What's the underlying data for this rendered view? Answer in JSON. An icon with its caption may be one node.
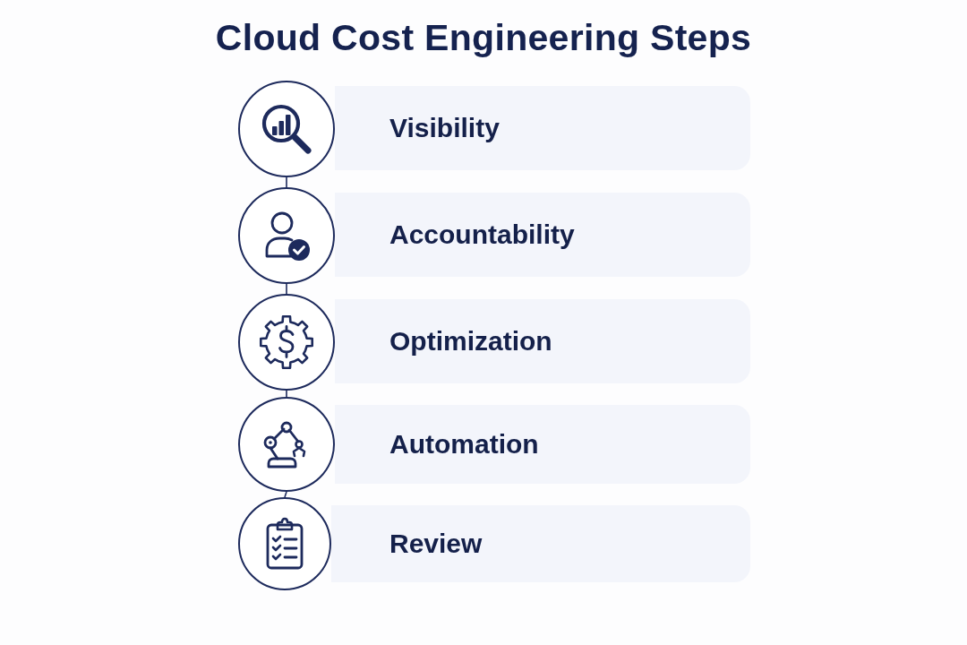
{
  "diagram": {
    "title": "Cloud Cost Engineering Steps",
    "nodes": [
      {
        "text": [],
        "shape": "circle"
      },
      {
        "text": [
          "Visibility"
        ]
      },
      {
        "text": [],
        "shape": "circle"
      },
      {
        "text": [
          "Accountability"
        ]
      },
      {
        "text": [],
        "shape": "circle"
      },
      {
        "text": [
          "Optimization"
        ]
      },
      {
        "text": [],
        "shape": "circle"
      },
      {
        "text": [
          "Automation"
        ]
      },
      {
        "text": [],
        "shape": "circle"
      },
      {
        "text": [
          "Review"
        ]
      }
    ],
    "edges": [
      {
        "from": 0,
        "to": 2,
        "arrow": "none"
      },
      {
        "from": 2,
        "to": 4,
        "arrow": "none"
      },
      {
        "from": 4,
        "to": 6,
        "arrow": "none"
      },
      {
        "from": 6,
        "to": 8,
        "arrow": "none"
      }
    ]
  }
}
